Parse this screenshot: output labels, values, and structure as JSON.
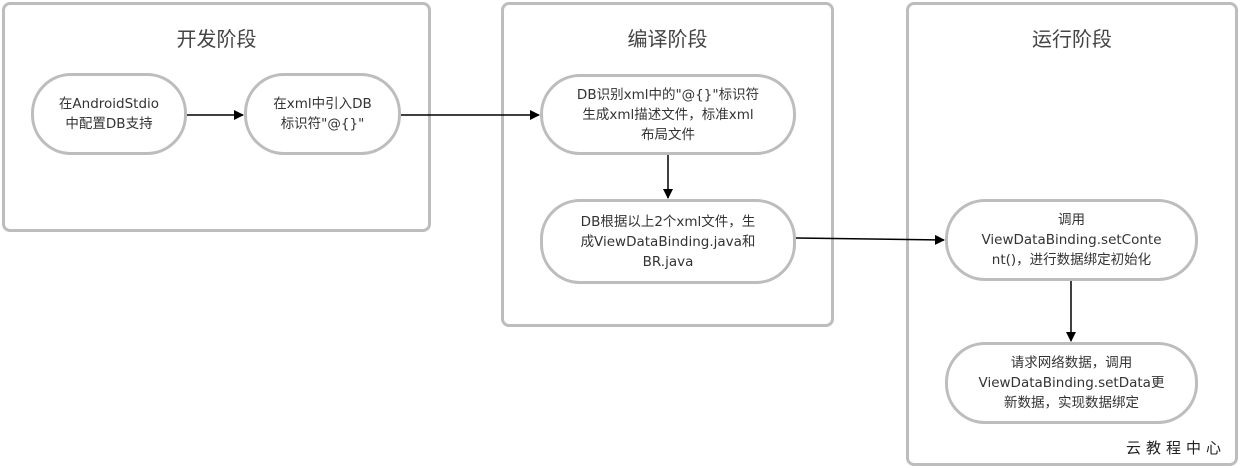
{
  "stages": [
    {
      "title": "开发阶段"
    },
    {
      "title": "编译阶段"
    },
    {
      "title": "运行阶段"
    }
  ],
  "nodes": [
    {
      "text": "在AndroidStdio\n中配置DB支持"
    },
    {
      "text": "在xml中引入DB\n标识符\"@{}\""
    },
    {
      "text": "DB识别xml中的\"@{}\"标识符\n生成xml描述文件，标准xml\n布局文件"
    },
    {
      "text": "DB根据以上2个xml文件，生\n成ViewDataBinding.java和\nBR.java"
    },
    {
      "text": "调用\nViewDataBinding.setConte\nnt()，进行数据绑定初始化"
    },
    {
      "text": "请求网络数据，调用\nViewDataBinding.setData更\n新数据，实现数据绑定"
    }
  ],
  "watermark": "云教程中心",
  "colors": {
    "border": "#bdbdbd",
    "arrow": "#000000"
  }
}
